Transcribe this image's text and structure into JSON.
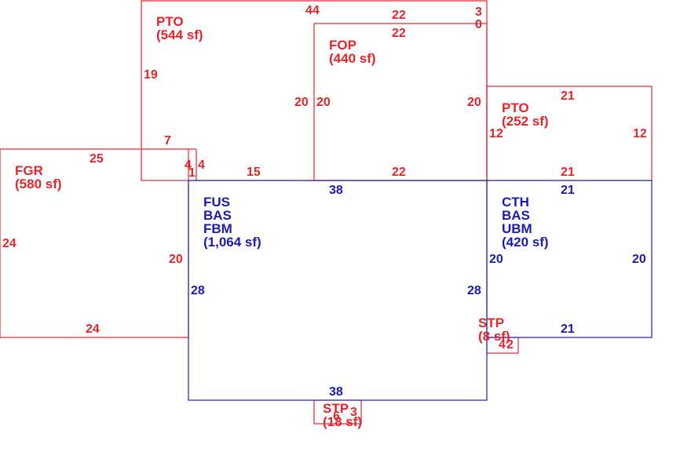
{
  "colors": {
    "red": "#e8232a",
    "blue": "#1a1ab8"
  },
  "areas": {
    "pto_top": {
      "code": "PTO",
      "area": "(544 sf)"
    },
    "fop": {
      "code": "FOP",
      "area": "(440 sf)"
    },
    "pto_right": {
      "code": "PTO",
      "area": "(252 sf)"
    },
    "fgr": {
      "code": "FGR",
      "area": "(580 sf)"
    },
    "fus": {
      "codes": [
        "FUS",
        "BAS",
        "FBM"
      ],
      "area": "(1,064 sf)"
    },
    "cth": {
      "codes": [
        "CTH",
        "BAS",
        "UBM"
      ],
      "area": "(420 sf)"
    },
    "stp_right": {
      "code": "STP",
      "area": "(8 sf)"
    },
    "stp_bottom": {
      "code": "STP",
      "area": "(18 sf)"
    }
  },
  "dimensions": {
    "pto_top": {
      "top": "44",
      "left": "19",
      "right": "20",
      "bottom_left": "7",
      "side_a": "4",
      "side_b": "1",
      "bottom": "15",
      "corner_a": "3",
      "corner_b": "0"
    },
    "fop": {
      "top_a": "22",
      "top_b": "22",
      "left": "20",
      "right": "20",
      "bottom": "22"
    },
    "pto_right": {
      "top": "21",
      "left": "12",
      "right": "12",
      "bottom": "21"
    },
    "fgr": {
      "top": "25",
      "left": "24",
      "right": "20",
      "side": "4",
      "bottom": "24"
    },
    "fus": {
      "top": "38",
      "left": "28",
      "right": "28",
      "bottom": "38"
    },
    "cth": {
      "top": "21",
      "left": "20",
      "right": "20",
      "bottom": "21"
    },
    "stp_right": {
      "a": "4",
      "b": "2"
    },
    "stp_bottom": {
      "a": "6",
      "b": "3"
    }
  }
}
